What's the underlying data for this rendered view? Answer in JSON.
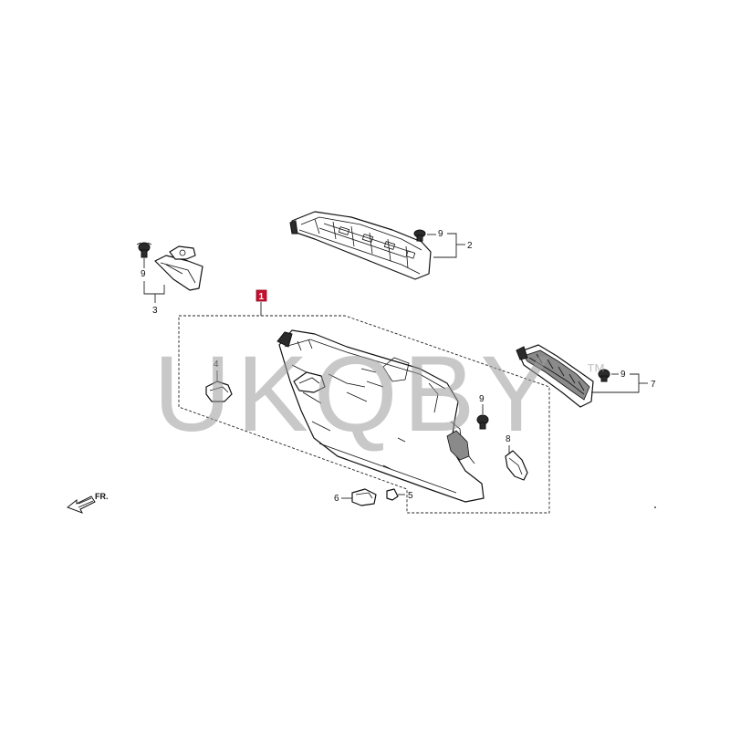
{
  "diagram": {
    "callouts": {
      "part1": "1",
      "part2": "2",
      "part3": "3",
      "part4": "4",
      "part5": "5",
      "part6": "6",
      "part7": "7",
      "part8": "8",
      "clip9_top": "9",
      "clip9_left": "9",
      "clip9_center": "9",
      "clip9_right": "9"
    },
    "front_arrow_label": "FR.",
    "watermark": "UKQBY",
    "colors": {
      "highlight_badge": "#c8102e",
      "line": "#111111",
      "watermark": "#9a9a9a"
    }
  }
}
